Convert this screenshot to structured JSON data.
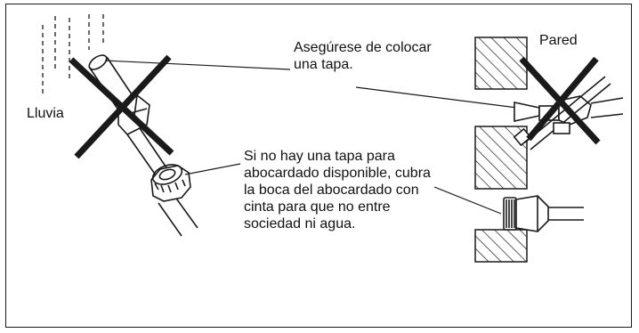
{
  "labels": {
    "rain": "Lluvia",
    "wall": "Pared",
    "cap_note": "Asegúrese de colocar una tapa.",
    "tape_note": "Si no hay una tapa para abocardado disponible, cubra la boca del abocardado con cinta para que no entre sociedad ni agua."
  },
  "icons": {
    "rain": "rain-lines-icon",
    "prohibited": "cross-mark-icon",
    "flare_nut": "flare-nut-icon",
    "wall": "wall-hatch-icon"
  },
  "colors": {
    "line": "#1a1a1a",
    "background": "#ffffff"
  }
}
